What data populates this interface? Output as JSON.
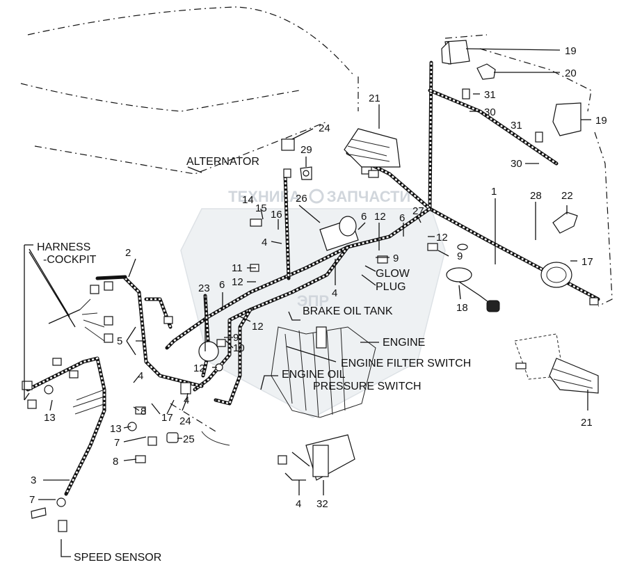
{
  "watermark": {
    "logo_text": "ЭПР",
    "text_left": "ТЕХНИКА",
    "text_right": "ЗАПЧАСТИ"
  },
  "labels": {
    "alternator": "ALTERNATOR",
    "harness_cockpit_line1": "HARNESS",
    "harness_cockpit_line2": "-COCKPIT",
    "glow_plug_line1": "GLOW",
    "glow_plug_line2": "PLUG",
    "brake_oil_tank": "BRAKE OIL TANK",
    "engine": "ENGINE",
    "engine_filter_switch": "ENGINE FILTER SWITCH",
    "engine_oil_pressure_line1": "ENGINE OIL",
    "engine_oil_pressure_line2": "PRESSURE SWITCH",
    "speed_sensor": "SPEED SENSOR"
  },
  "callouts": {
    "c19a": "19",
    "c20": "20",
    "c31a": "31",
    "c30a": "30",
    "c19b": "19",
    "c31b": "31",
    "c30b": "30",
    "c21a": "21",
    "c24a": "24",
    "c29": "29",
    "c1": "1",
    "c28": "28",
    "c22": "22",
    "c14": "14",
    "c26": "26",
    "c15": "15",
    "c16": "16",
    "c6a": "6",
    "c12a": "12",
    "c6b": "6",
    "c27": "27",
    "c12b": "12",
    "c9a": "9",
    "c9b": "9",
    "c4a": "4",
    "c17a": "17",
    "c2": "2",
    "c11": "11",
    "c12c": "12",
    "c23": "23",
    "c6c": "6",
    "c4b": "4",
    "c18": "18",
    "c12d": "12",
    "c5": "5",
    "c9c": "9",
    "c10": "10",
    "c12e": "12",
    "c4c": "4",
    "c4d": "4",
    "c13a": "13",
    "c8a": "8",
    "c17b": "17",
    "c24b": "24",
    "c13b": "13",
    "c7a": "7",
    "c25": "25",
    "c8b": "8",
    "c21b": "21",
    "c3": "3",
    "c7b": "7",
    "c4e": "4",
    "c32": "32"
  }
}
